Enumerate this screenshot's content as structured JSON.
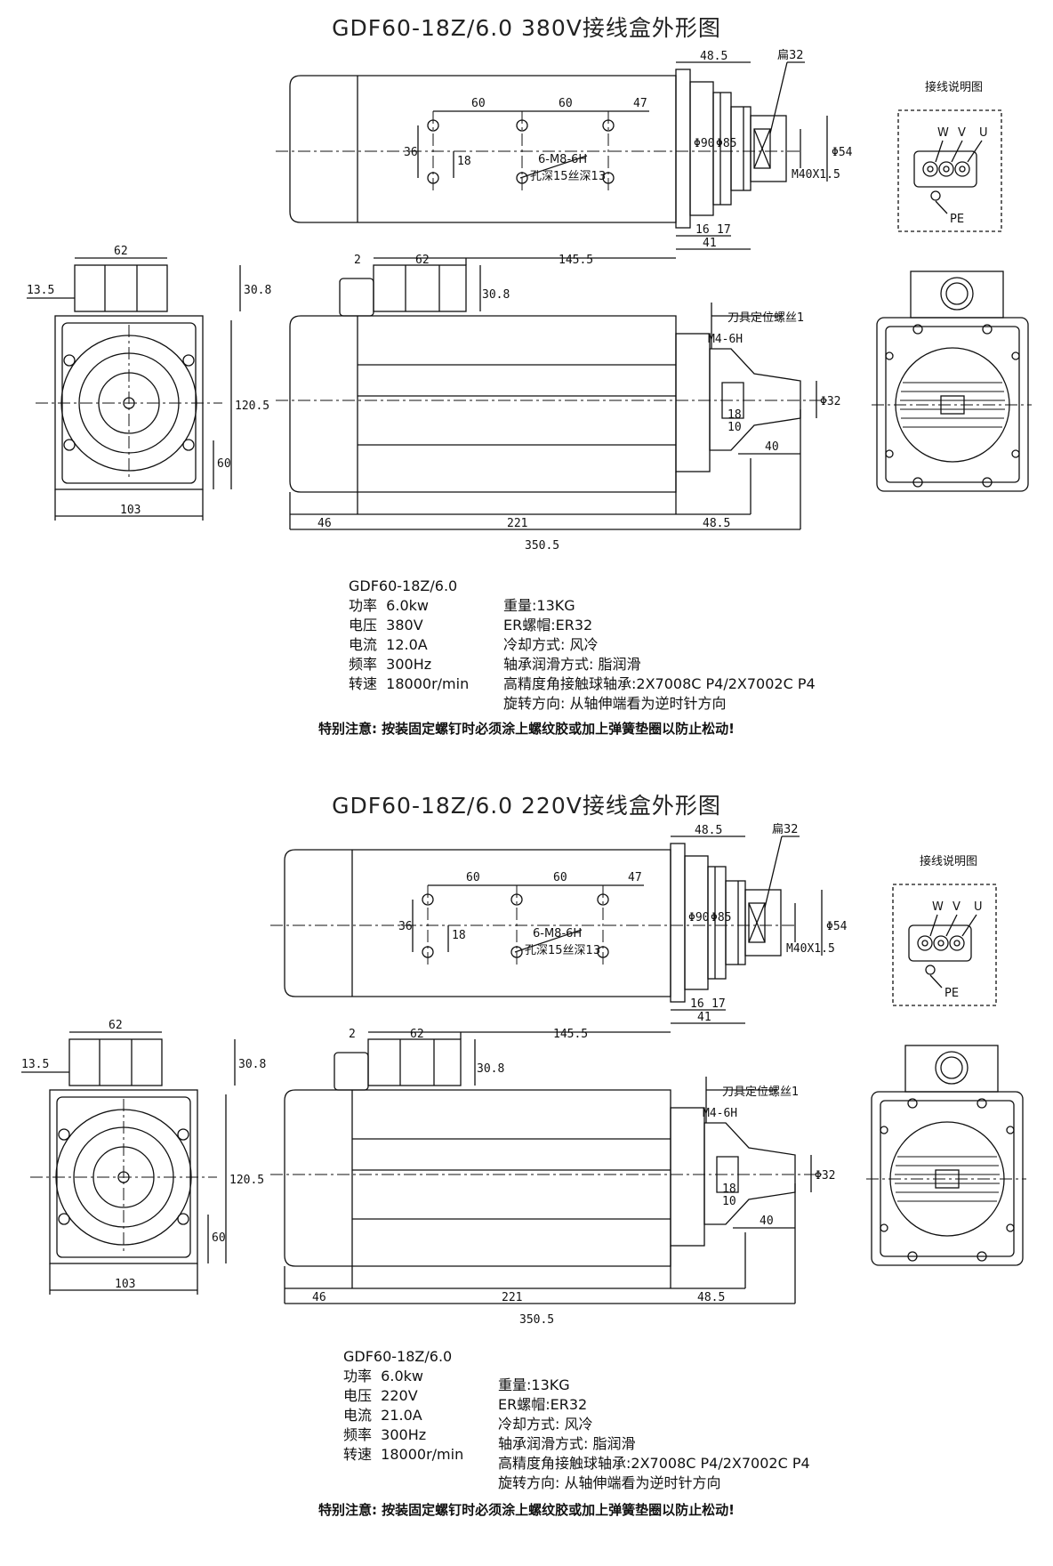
{
  "drawings": [
    {
      "title": "GDF60-18Z/6.0  380V接线盒外形图",
      "dims": {
        "top_4852": "48.5",
        "flat": "扁32",
        "d60a": "60",
        "d60b": "60",
        "d47": "47",
        "d36": "36",
        "d18": "18",
        "thread": "6-M8-6H",
        "depth": "孔深15丝深13",
        "phi90": "Φ90",
        "phi85": "Φ85",
        "m40": "M40X1.5",
        "phi54": "Φ54",
        "d16": "16",
        "d17": "17",
        "d41": "41",
        "d2": "2",
        "d62s": "62",
        "d1455": "145.5",
        "d308s": "30.8",
        "m4": "M4-6H",
        "tool_screw": "刀具定位螺丝1",
        "phi32": "Φ32",
        "d18b": "18",
        "d10": "10",
        "d40": "40",
        "d46": "46",
        "d221": "221",
        "d485b": "48.5",
        "d3505": "350.5",
        "d62": "62",
        "d135": "13.5",
        "d308": "30.8",
        "d1205": "120.5",
        "d60": "60",
        "d103": "103"
      },
      "wiring": {
        "title": "接线说明图",
        "w": "W",
        "v": "V",
        "u": "U",
        "pe": "PE"
      },
      "specs": {
        "model": "GDF60-18Z/6.0",
        "power": "功率  6.0kw",
        "voltage": "电压  380V",
        "current": "电流  12.0A",
        "frequency": "频率  300Hz",
        "speed": "转速  18000r/min",
        "weight": "重量:13KG",
        "collet": "ER螺帽:ER32",
        "cooling": "冷却方式: 风冷",
        "lubrication": "轴承润滑方式: 脂润滑",
        "bearing": "高精度角接触球轴承:2X7008C P4/2X7002C P4",
        "rotation": "旋转方向: 从轴伸端看为逆时针方向"
      },
      "note": "特别注意: 按装固定螺钉时必须涂上螺纹胶或加上弹簧垫圈以防止松动!"
    },
    {
      "title": "GDF60-18Z/6.0  220V接线盒外形图",
      "dims": {
        "top_4852": "48.5",
        "flat": "扁32",
        "d60a": "60",
        "d60b": "60",
        "d47": "47",
        "d36": "36",
        "d18": "18",
        "thread": "6-M8-6H",
        "depth": "孔深15丝深13",
        "phi90": "Φ90",
        "phi85": "Φ85",
        "m40": "M40X1.5",
        "phi54": "Φ54",
        "d16": "16",
        "d17": "17",
        "d41": "41",
        "d2": "2",
        "d62s": "62",
        "d1455": "145.5",
        "d308s": "30.8",
        "m4": "M4-6H",
        "tool_screw": "刀具定位螺丝1",
        "phi32": "Φ32",
        "d18b": "18",
        "d10": "10",
        "d40": "40",
        "d46": "46",
        "d221": "221",
        "d485b": "48.5",
        "d3505": "350.5",
        "d62": "62",
        "d135": "13.5",
        "d308": "30.8",
        "d1205": "120.5",
        "d60": "60",
        "d103": "103"
      },
      "wiring": {
        "title": "接线说明图",
        "w": "W",
        "v": "V",
        "u": "U",
        "pe": "PE"
      },
      "specs": {
        "model": "GDF60-18Z/6.0",
        "power": "功率  6.0kw",
        "voltage": "电压  220V",
        "current": "电流  21.0A",
        "frequency": "频率  300Hz",
        "speed": "转速  18000r/min",
        "weight": "重量:13KG",
        "collet": "ER螺帽:ER32",
        "cooling": "冷却方式: 风冷",
        "lubrication": "轴承润滑方式: 脂润滑",
        "bearing": "高精度角接触球轴承:2X7008C P4/2X7002C P4",
        "rotation": "旋转方向: 从轴伸端看为逆时针方向"
      },
      "note": "特别注意: 按装固定螺钉时必须涂上螺纹胶或加上弹簧垫圈以防止松动!"
    }
  ]
}
